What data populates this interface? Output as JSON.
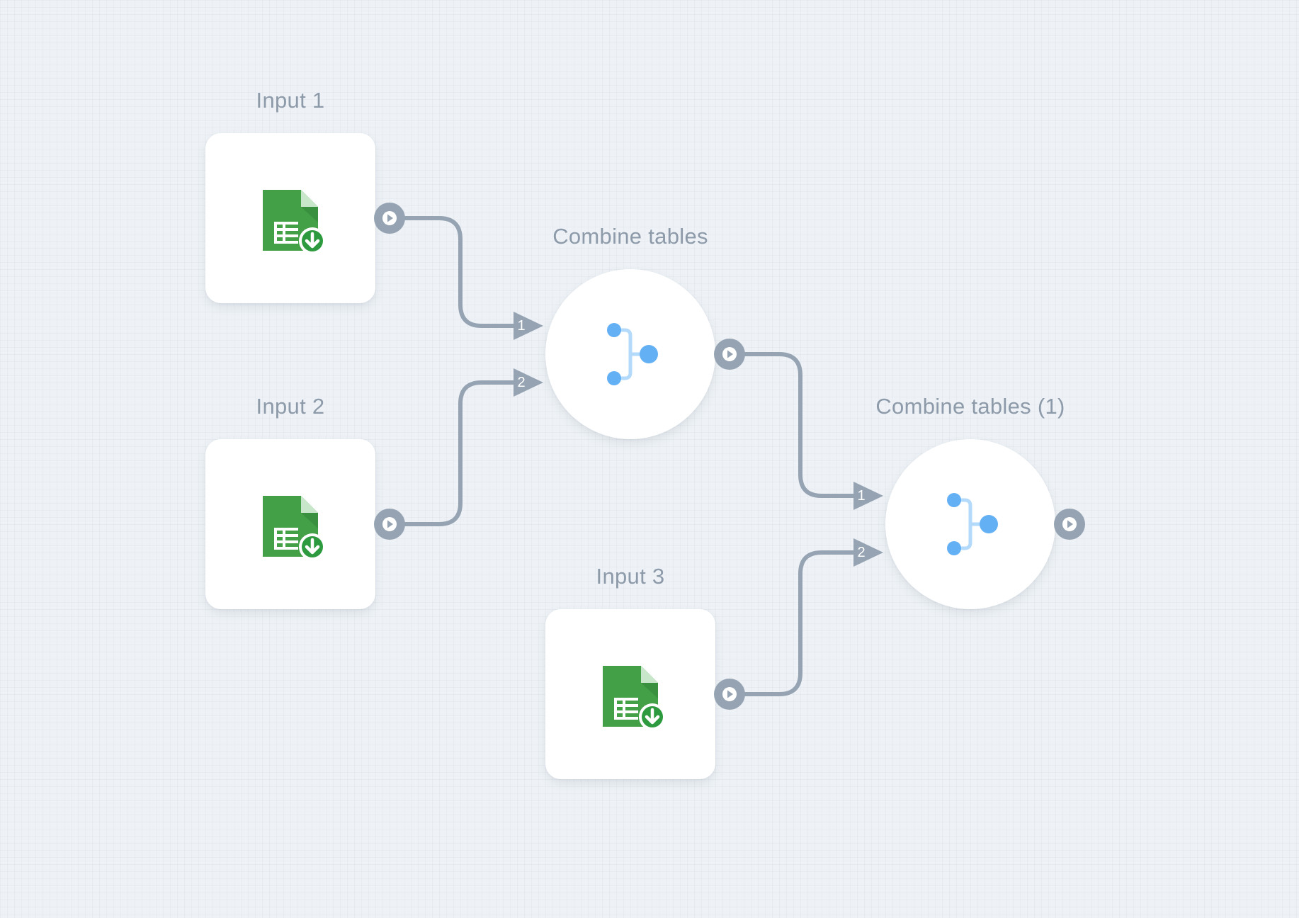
{
  "canvas": {
    "background_color": "#eef2f6",
    "connector_color": "#95a3b2",
    "sheet_icon_color": "#43a047",
    "combine_icon_color": "#64b0f4"
  },
  "nodes": {
    "input_1": {
      "label": "Input 1",
      "icon": "spreadsheet-download-icon"
    },
    "input_2": {
      "label": "Input 2",
      "icon": "spreadsheet-download-icon"
    },
    "input_3": {
      "label": "Input 3",
      "icon": "spreadsheet-download-icon"
    },
    "combine_1": {
      "label": "Combine tables",
      "icon": "merge-icon",
      "inputs": [
        {
          "number": "1"
        },
        {
          "number": "2"
        }
      ]
    },
    "combine_2": {
      "label": "Combine tables (1)",
      "icon": "merge-icon",
      "inputs": [
        {
          "number": "1"
        },
        {
          "number": "2"
        }
      ]
    }
  },
  "connections": [
    {
      "from": "Input 1",
      "to": "Combine tables",
      "port": "1"
    },
    {
      "from": "Input 2",
      "to": "Combine tables",
      "port": "2"
    },
    {
      "from": "Combine tables",
      "to": "Combine tables (1)",
      "port": "1"
    },
    {
      "from": "Input 3",
      "to": "Combine tables (1)",
      "port": "2"
    }
  ]
}
